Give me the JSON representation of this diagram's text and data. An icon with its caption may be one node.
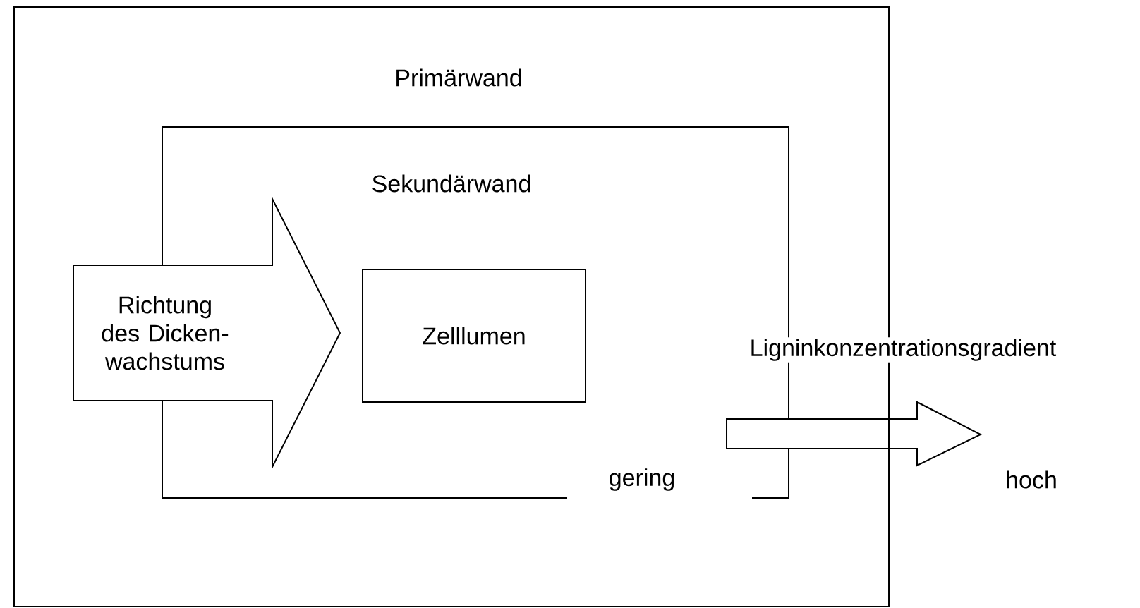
{
  "diagram": {
    "nodes": [
      {
        "text": [
          "Primärwand"
        ]
      },
      {
        "text": [
          "Sekundärwand"
        ],
        "in": 0
      },
      {
        "text": [
          "Richtung des Dicken-wachstums"
        ],
        "in": 0
      },
      {
        "text": [
          "Zelllumen"
        ],
        "in": 1
      }
    ],
    "labels": [
      "Ligninkonzentrationsgradient",
      "gering",
      "hoch"
    ]
  }
}
